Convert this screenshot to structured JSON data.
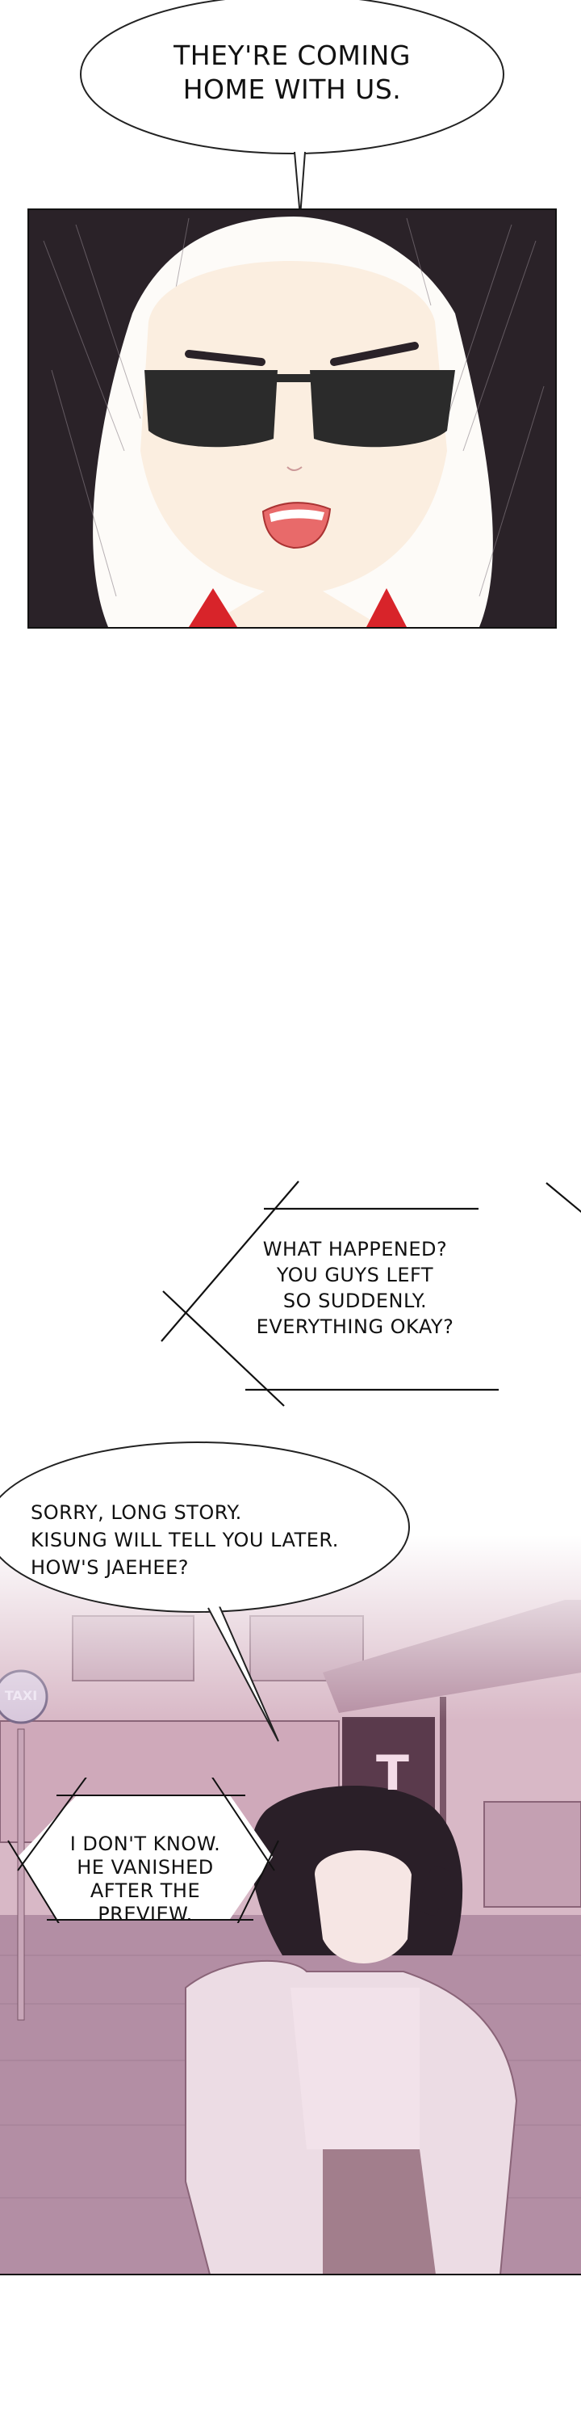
{
  "bubbles": {
    "top": [
      "THEY'RE COMING",
      "HOME WITH US."
    ],
    "text_message": [
      "WHAT HAPPENED?",
      "YOU GUYS LEFT",
      "SO SUDDENLY.",
      "EVERYTHING OKAY?"
    ],
    "reply": [
      "SORRY, LONG STORY.",
      "KISUNG WILL TELL YOU LATER.",
      "HOW'S JAEHEE?"
    ],
    "reply_in": [
      "I DON'T KNOW.",
      "HE VANISHED",
      "AFTER THE",
      "PREVIEW."
    ]
  },
  "signs": {
    "taxi": "TAXI",
    "station": "T"
  },
  "colors": {
    "scene_tint": "#c9a3b4",
    "hair": "#2a2228",
    "skin": "#fbeee0",
    "lips": "#e86a6a",
    "jacket_red": "#d8242a"
  }
}
